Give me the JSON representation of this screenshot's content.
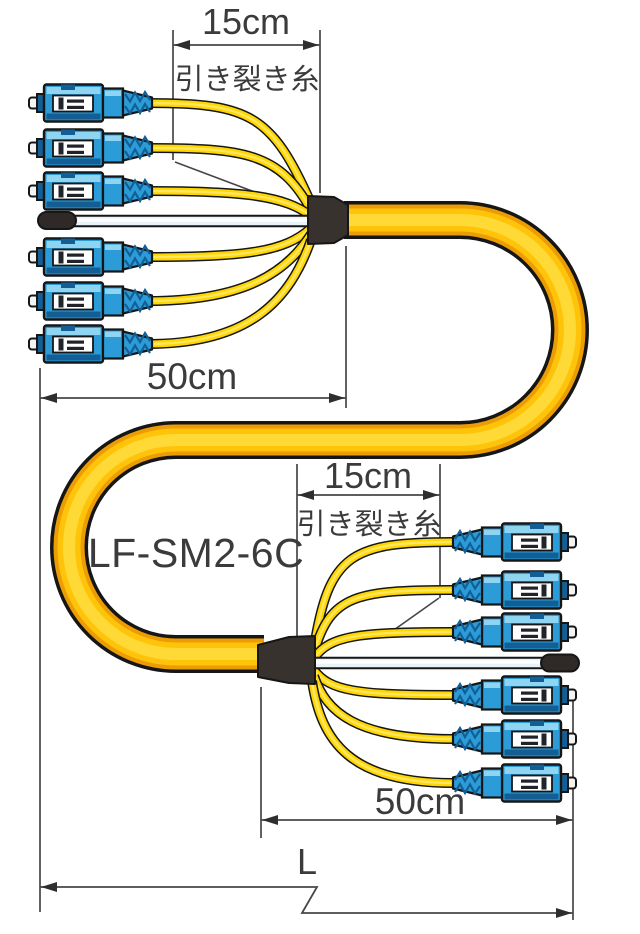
{
  "product": {
    "model": "LF-SM2-6C"
  },
  "dimensions": {
    "top_breakout": {
      "tear_length": "15cm",
      "rip_cord_label": "引き裂き糸",
      "fanout_length": "50cm"
    },
    "bottom_breakout": {
      "tear_length": "15cm",
      "rip_cord_label": "引き裂き糸",
      "fanout_length": "50cm"
    },
    "overall_length_label": "L"
  },
  "icons": {
    "connector": "sc-connector-icon",
    "strength_member": "strength-member-tube",
    "boot": "breakout-boot"
  },
  "colors": {
    "cable-yellow": "#FFC40A",
    "cable-highlight": "#FFD935",
    "cable-shade": "#EC9D05",
    "cord-yellow": "#FFD700",
    "cord-highlight": "#FFE560",
    "connector-blue": "#2B9CD8",
    "connector-blue-dark": "#135F95",
    "connector-blue-light": "#8FD4F0",
    "boot-dark": "#38322E",
    "tube-light": "#E7F2FA",
    "line-gray": "#474747",
    "text-gray": "#3B3B3B",
    "outline-black": "#161616"
  }
}
